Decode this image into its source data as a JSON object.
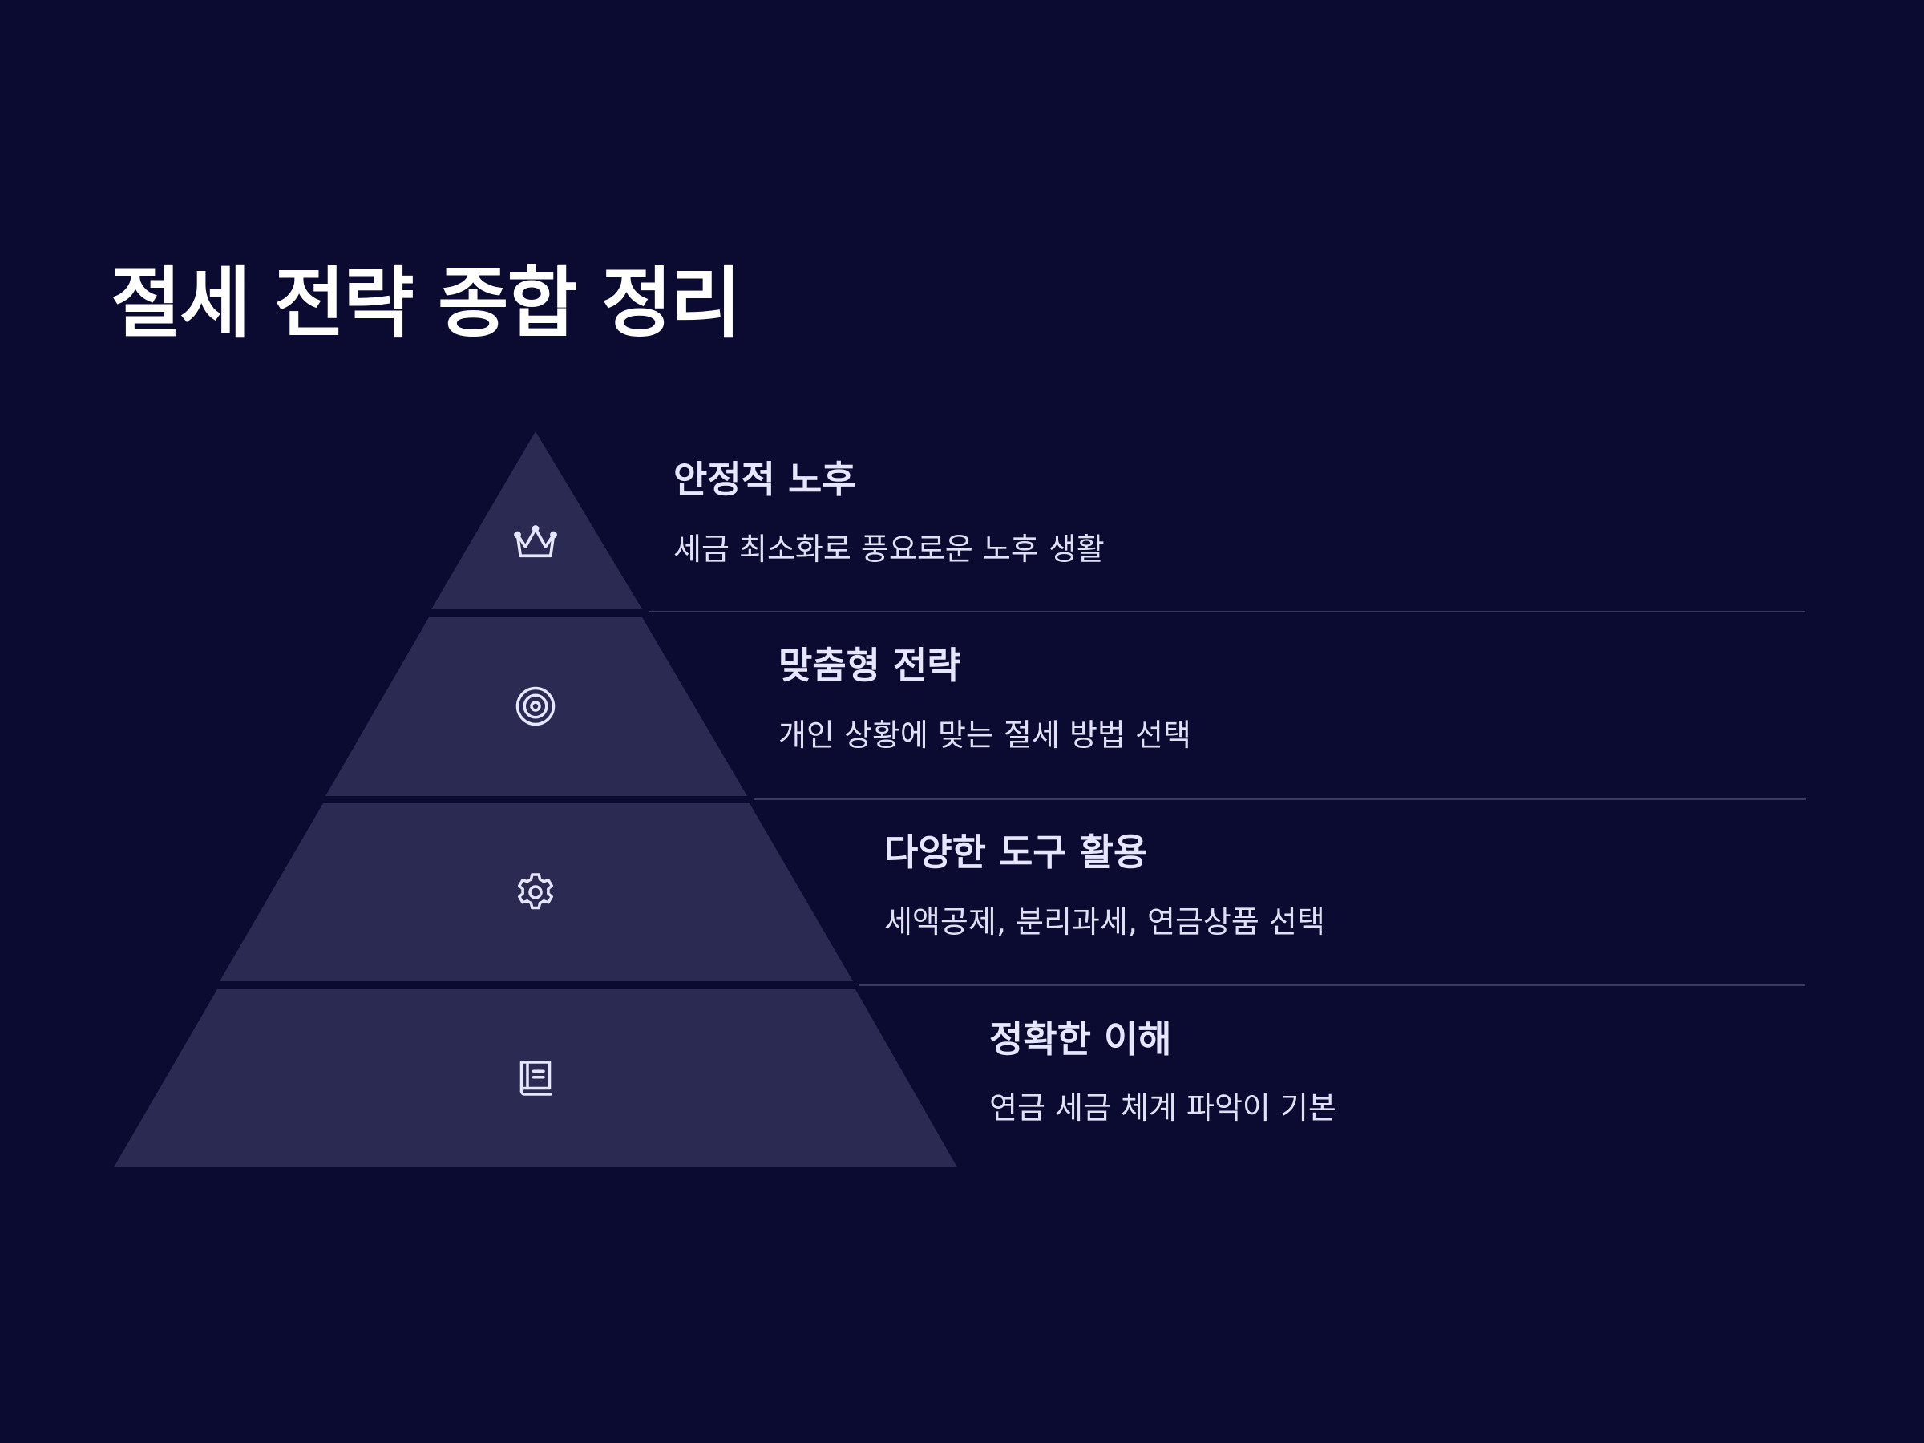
{
  "title": "절세 전략 종합 정리",
  "colors": {
    "background": "#0b0a31",
    "tier_fill": "#2b2a52",
    "icon_stroke": "#e6e6ff",
    "divider": "#3b3a62"
  },
  "tiers": [
    {
      "icon": "crown-icon",
      "heading": "안정적 노후",
      "description": "세금 최소화로 풍요로운 노후 생활"
    },
    {
      "icon": "target-icon",
      "heading": "맞춤형 전략",
      "description": "개인 상황에 맞는 절세 방법 선택"
    },
    {
      "icon": "gear-icon",
      "heading": "다양한 도구 활용",
      "description": "세액공제, 분리과세, 연금상품 선택"
    },
    {
      "icon": "book-icon",
      "heading": "정확한 이해",
      "description": "연금 세금 체계 파악이 기본"
    }
  ]
}
